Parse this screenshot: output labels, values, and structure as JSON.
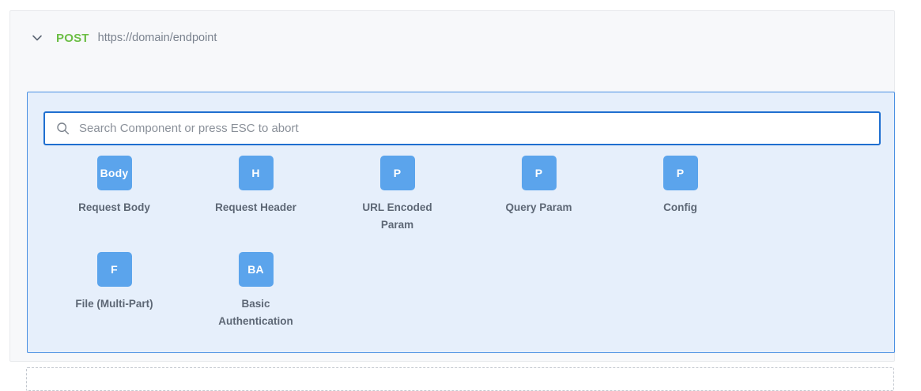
{
  "request": {
    "collapse_icon": "chevron-down-icon",
    "method": "POST",
    "url": "https://domain/endpoint"
  },
  "search": {
    "icon": "search-icon",
    "value": "",
    "placeholder": "Search Component or press ESC to abort"
  },
  "components": [
    {
      "badge": "Body",
      "label": "Request Body"
    },
    {
      "badge": "H",
      "label": "Request Header"
    },
    {
      "badge": "P",
      "label": "URL Encoded Param"
    },
    {
      "badge": "P",
      "label": "Query Param"
    },
    {
      "badge": "P",
      "label": "Config"
    },
    {
      "badge": "F",
      "label": "File (Multi-Part)"
    },
    {
      "badge": "BA",
      "label": "Basic Authentication"
    }
  ],
  "colors": {
    "method_green": "#6cbe45",
    "tile_blue": "#5ba4ec",
    "panel_bg": "#e6effb",
    "panel_border": "#4a90e2",
    "search_border": "#1f6fd0",
    "card_bg": "#f7f8fa",
    "label_gray": "#5d6775",
    "url_gray": "#7a828e"
  }
}
